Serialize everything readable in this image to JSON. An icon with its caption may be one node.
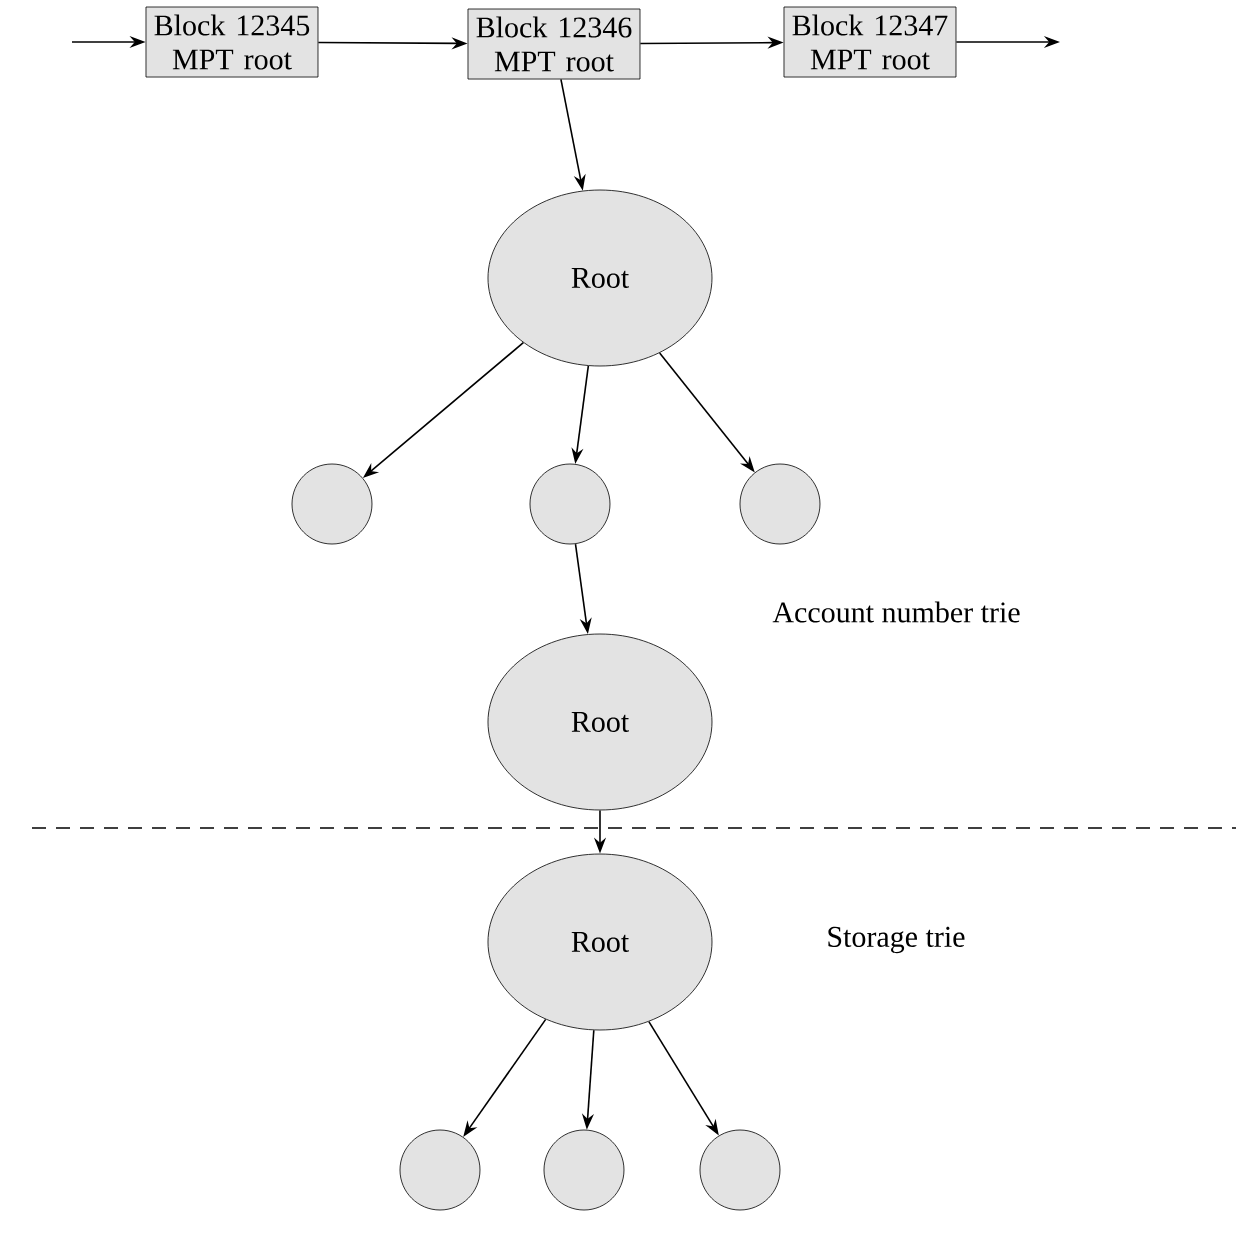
{
  "diagram": {
    "nodes": [
      {
        "text": [
          "Block 12345 MPT root"
        ]
      },
      {
        "text": [
          "Block 12346 MPT root"
        ]
      },
      {
        "text": [
          "Block 12347 MPT root"
        ]
      },
      {
        "text": [
          "Root"
        ]
      },
      {
        "text": [],
        "shape": "circle"
      },
      {
        "text": [],
        "shape": "circle"
      },
      {
        "text": [],
        "shape": "circle"
      },
      {
        "text": [
          "Root"
        ]
      },
      {
        "text": [
          "Root"
        ]
      },
      {
        "text": [],
        "shape": "circle"
      },
      {
        "text": [],
        "shape": "circle"
      },
      {
        "text": [],
        "shape": "circle"
      }
    ],
    "edges": [
      {
        "from": null,
        "to": 0,
        "arrow": "to"
      },
      {
        "from": 0,
        "to": 1,
        "arrow": "to"
      },
      {
        "from": 1,
        "to": 2,
        "arrow": "to"
      },
      {
        "from": 2,
        "to": null,
        "arrow": "to"
      },
      {
        "from": 1,
        "to": 3,
        "arrow": "to"
      },
      {
        "from": 3,
        "to": 4,
        "arrow": "to"
      },
      {
        "from": 3,
        "to": 5,
        "arrow": "to"
      },
      {
        "from": 3,
        "to": 6,
        "arrow": "to"
      },
      {
        "from": 5,
        "to": 7,
        "arrow": "to"
      },
      {
        "from": 7,
        "to": 8,
        "arrow": "to"
      },
      {
        "from": 8,
        "to": 9,
        "arrow": "to"
      },
      {
        "from": 8,
        "to": 10,
        "arrow": "to"
      },
      {
        "from": 8,
        "to": 11,
        "arrow": "to"
      }
    ],
    "labels": [
      "Account number trie",
      "Storage trie"
    ]
  }
}
